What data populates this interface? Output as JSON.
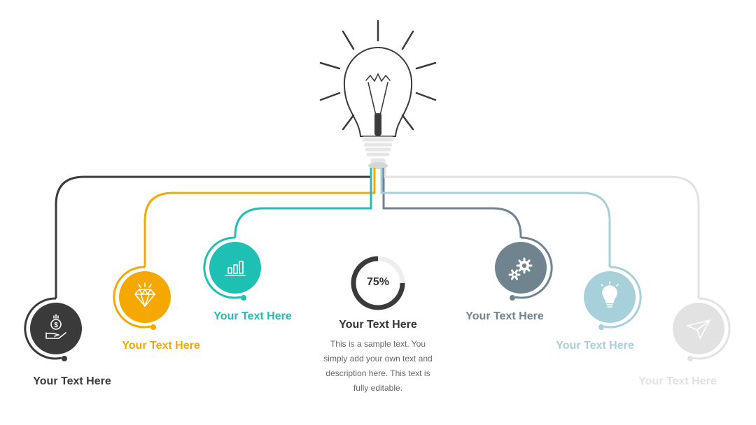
{
  "center": {
    "percent_label": "75%",
    "percent_value": 0.75,
    "title": "Your Text Here",
    "description": "This is a sample text. You simply add your own text and description here. This text is fully editable."
  },
  "items": [
    {
      "label": "Your Text Here",
      "color": "#3a3a3a",
      "icon": "money-hand-icon"
    },
    {
      "label": "Your Text Here",
      "color": "#f5a800",
      "icon": "diamond-icon"
    },
    {
      "label": "Your Text Here",
      "color": "#1ec0b3",
      "icon": "bar-chart-icon"
    },
    {
      "label": "Your Text Here",
      "color": "#6f848f",
      "icon": "gears-icon"
    },
    {
      "label": "Your Text Here",
      "color": "#a8d0da",
      "icon": "lightbulb-icon"
    },
    {
      "label": "Your Text Here",
      "color": "#e2e2e2",
      "icon": "paper-plane-icon"
    }
  ]
}
